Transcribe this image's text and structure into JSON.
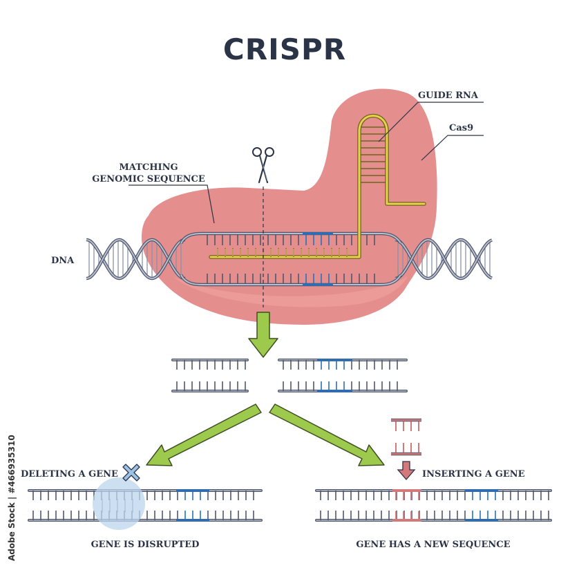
{
  "title": "CRISPR",
  "labels": {
    "guide_rna": "GUIDE RNA",
    "cas9": "Cas9",
    "matching_line1": "MATCHING",
    "matching_line2": "GENOMIC SEQUENCE",
    "dna": "DNA",
    "deleting": "DELETING A GENE",
    "inserting": "INSERTING A GENE",
    "disrupted": "GENE IS DISRUPTED",
    "new_sequence": "GENE HAS A NEW SEQUENCE"
  },
  "watermark": "Adobe Stock | #466935310",
  "colors": {
    "cas9_fill": "#e48f8d",
    "cas9_inner": "#ef9f9c",
    "strand": "#8a91a6",
    "strand_dark": "#4f566b",
    "rna": "#e8d24d",
    "rna_dark": "#6e6320",
    "target": "#2a6fb8",
    "arrow_fill": "#9dc94d",
    "arrow_stroke": "#3d4f23",
    "insert": "#d4797a",
    "bubble": "#bcd6ee",
    "cross": "#9fc3e6",
    "text": "#2b3346"
  },
  "icons": [
    "scissors-icon",
    "cross-icon",
    "down-arrow-icon",
    "left-arrow-icon",
    "right-arrow-icon"
  ]
}
